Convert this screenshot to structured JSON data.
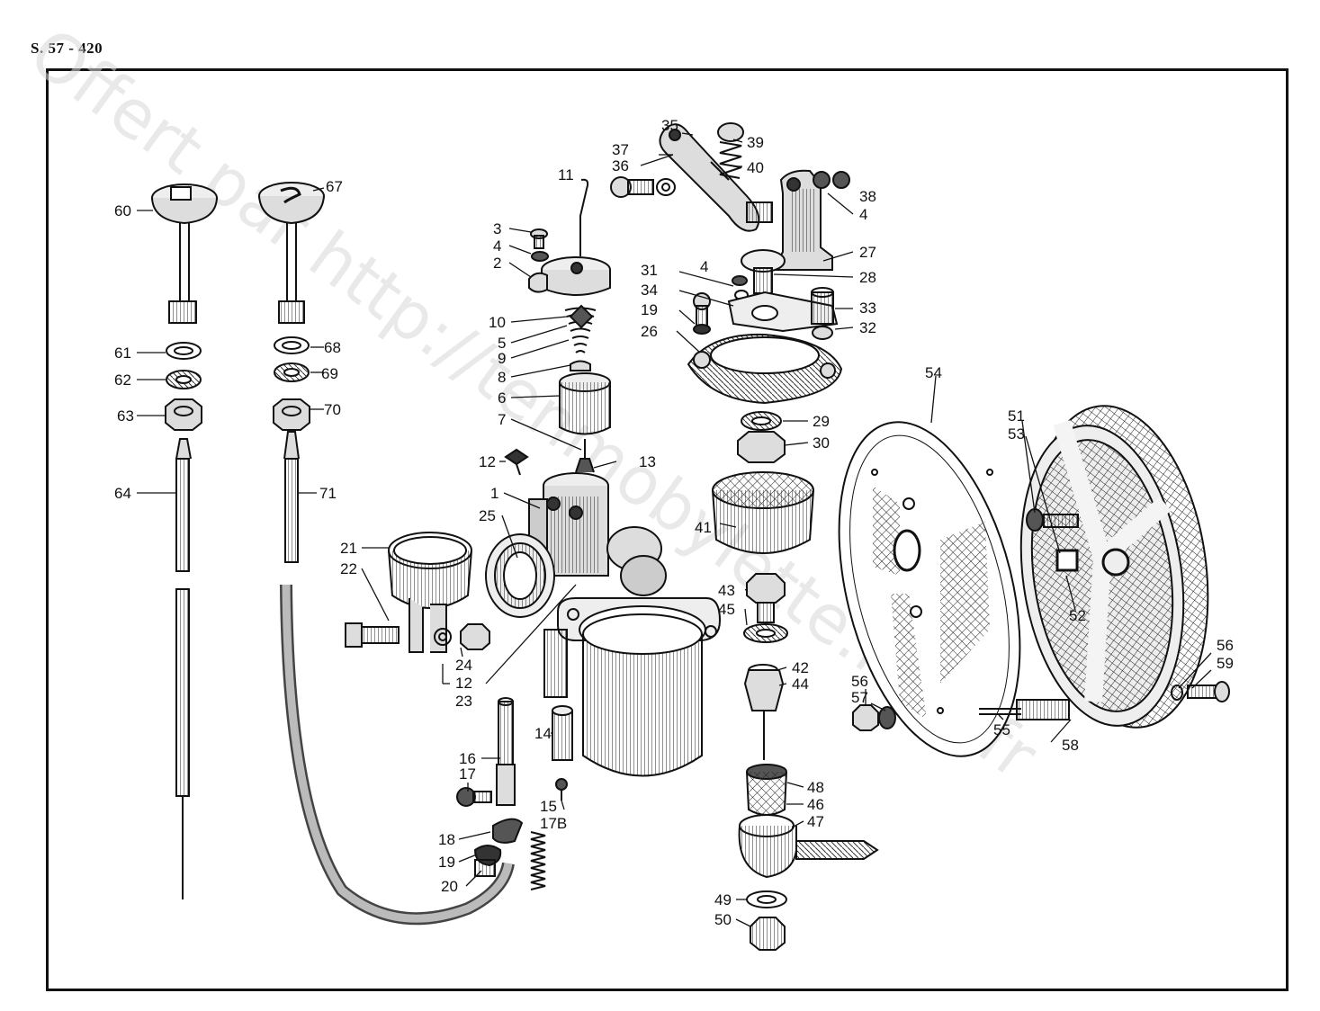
{
  "header": {
    "page_ref": "S. 57 - 420"
  },
  "watermark": "Offert par http://tenmobylette.free.fr",
  "labels": {
    "l1": "1",
    "l2": "2",
    "l3": "3",
    "l4a": "4",
    "l4b": "4",
    "l4c": "4",
    "l5": "5",
    "l6": "6",
    "l7": "7",
    "l8": "8",
    "l9": "9",
    "l10": "10",
    "l11": "11",
    "l12a": "12",
    "l12b": "12",
    "l13": "13",
    "l14": "14",
    "l15": "15",
    "l16": "16",
    "l17": "17",
    "l17b": "17B",
    "l18": "18",
    "l19a": "19",
    "l19b": "19",
    "l20": "20",
    "l21": "21",
    "l22": "22",
    "l23": "23",
    "l24": "24",
    "l25": "25",
    "l26": "26",
    "l27": "27",
    "l28": "28",
    "l29": "29",
    "l30": "30",
    "l31": "31",
    "l32": "32",
    "l33": "33",
    "l34": "34",
    "l35": "35",
    "l36": "36",
    "l37": "37",
    "l38": "38",
    "l39": "39",
    "l40": "40",
    "l41": "41",
    "l42": "42",
    "l43": "43",
    "l44": "44",
    "l45": "45",
    "l46": "46",
    "l47": "47",
    "l48": "48",
    "l49": "49",
    "l50": "50",
    "l51": "51",
    "l52": "52",
    "l53": "53",
    "l54": "54",
    "l55": "55",
    "l56a": "56",
    "l56b": "56",
    "l57": "57",
    "l58": "58",
    "l59": "59",
    "l60": "60",
    "l61": "61",
    "l62": "62",
    "l63": "63",
    "l64": "64",
    "l67": "67",
    "l68": "68",
    "l69": "69",
    "l70": "70",
    "l71": "71"
  }
}
